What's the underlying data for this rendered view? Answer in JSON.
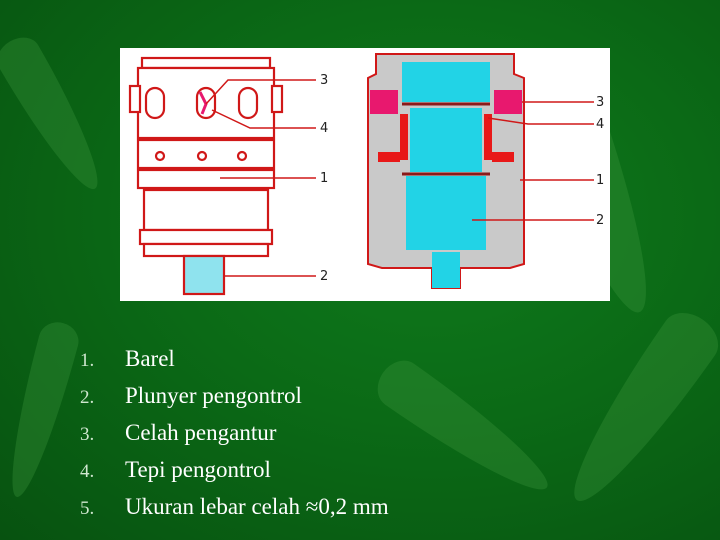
{
  "diagram": {
    "callouts_left": [
      "3",
      "4",
      "1",
      "2"
    ],
    "callouts_right": [
      "3",
      "4",
      "1",
      "2"
    ]
  },
  "legend": {
    "items": [
      {
        "number": "1.",
        "text": "Barel"
      },
      {
        "number": "2.",
        "text": "Plunyer pengontrol"
      },
      {
        "number": "3.",
        "text": "Celah pengantur"
      },
      {
        "number": "4.",
        "text": "Tepi pengontrol"
      },
      {
        "number": "5.",
        "text": "Ukuran lebar celah ≈0,2 mm"
      }
    ]
  },
  "colors": {
    "background": "#0b6a16",
    "plunger_fill": "#22d3e6",
    "slot_highlight": "#e8186e",
    "text": "#ffffff"
  }
}
